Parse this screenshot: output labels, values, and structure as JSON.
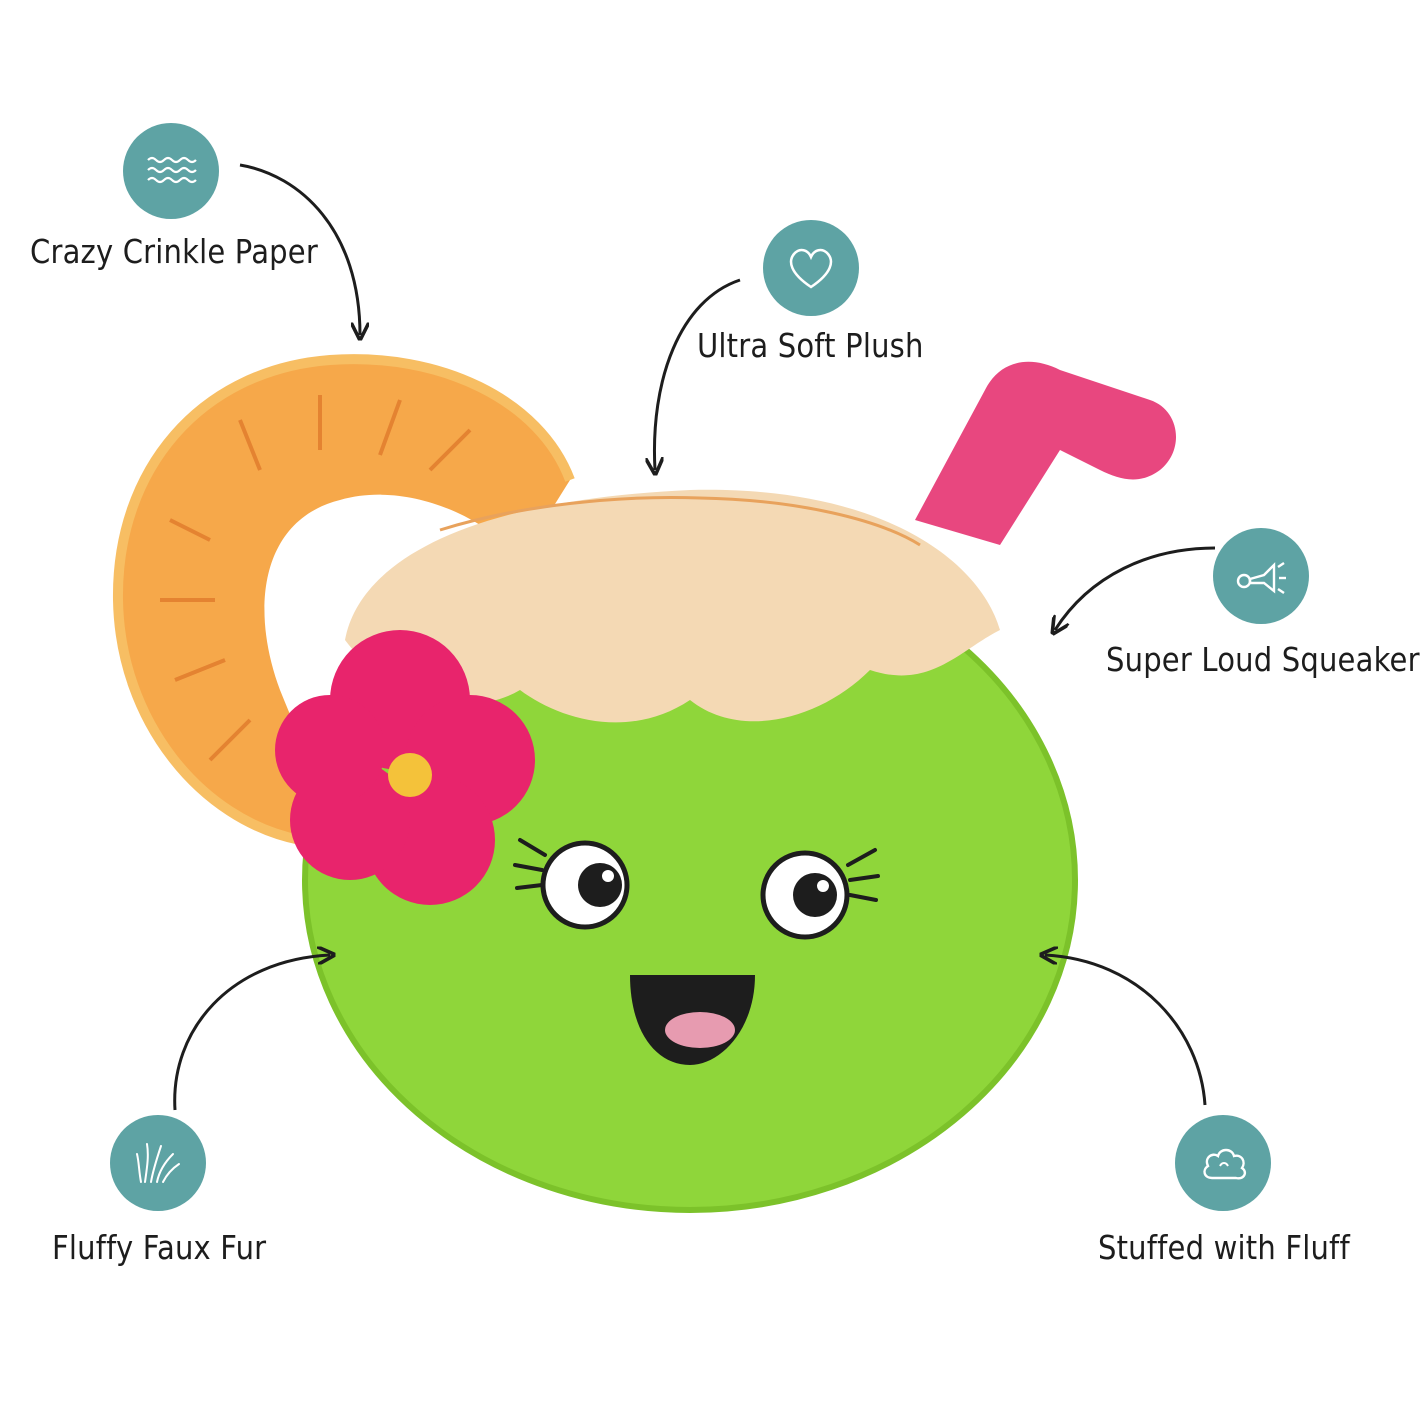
{
  "colors": {
    "badge": "#5ea3a4",
    "badge_icon": "#ffffff",
    "arrow": "#1d1d1d",
    "toy_green": "#8fd63a",
    "toy_cream": "#f4d9b4",
    "toy_orange": "#f6a84a",
    "toy_pink": "#e8477f",
    "flower_pink": "#e8246c"
  },
  "features": [
    {
      "label": "Crazy Crinkle Paper",
      "icon": "wavy-lines-icon"
    },
    {
      "label": "Ultra Soft Plush",
      "icon": "heart-icon"
    },
    {
      "label": "Super Loud Squeaker",
      "icon": "horn-icon"
    },
    {
      "label": "Fluffy Faux Fur",
      "icon": "fur-icon"
    },
    {
      "label": "Stuffed with Fluff",
      "icon": "cloud-icon"
    }
  ],
  "product": {
    "image": "coconut-drink-plush-toy"
  }
}
